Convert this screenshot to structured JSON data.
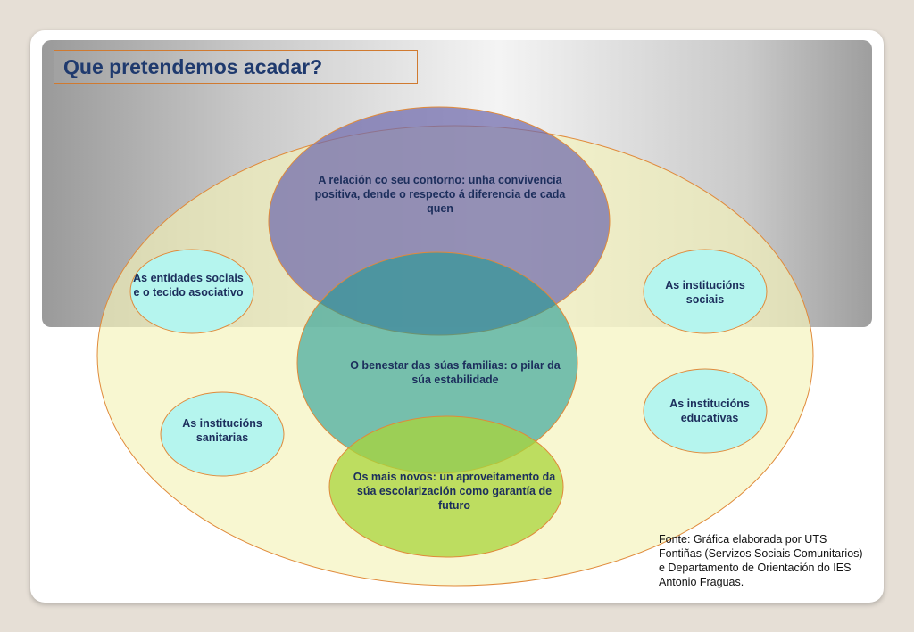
{
  "title": "Que pretendemos acadar?",
  "diagram": {
    "center_top": "A relación co seu contorno: unha convivencia positiva, dende o respecto á diferencia de cada quen",
    "center_middle": "O benestar das súas familias: o pilar da súa estabilidade",
    "center_bottom": "Os mais novos: un aproveitamento da súa escolarización como garantía de futuro",
    "left_top": "As entidades sociais e o tecido asociativo",
    "left_bottom": "As institucións sanitarias",
    "right_top": "As institucións sociais",
    "right_bottom": "As institucións educativas"
  },
  "source": "Fonte: Gráfica elaborada por UTS Fontiñas (Servizos Sociais Comunitarios) e Departamento de Orientación do IES Antonio Fraguas.",
  "colors": {
    "title": "#1f3a6e",
    "outer_ellipse": "#f5f2b8",
    "top_circle": "#7c79b8",
    "middle_circle": "#3fa8a3",
    "bottom_circle": "#b9dc5a",
    "satellites": "#b5f5ee",
    "outline": "#e08a3a"
  }
}
